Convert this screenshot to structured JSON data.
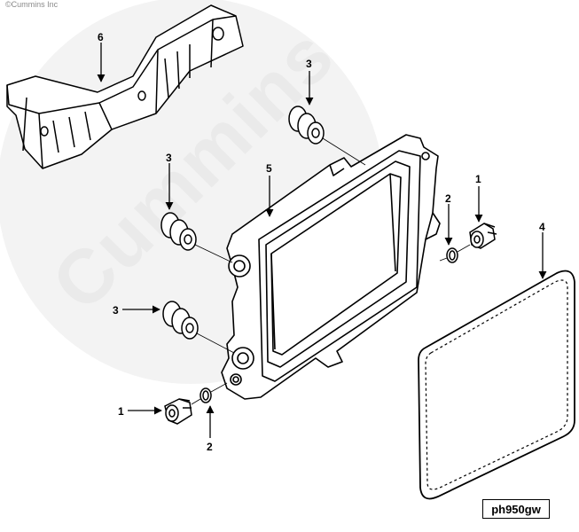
{
  "copyright": "©Cummins Inc",
  "watermark": "Cummins",
  "drawing_code": "ph950gw",
  "callouts": {
    "c6": "6",
    "c3_top": "3",
    "c3_mid": "3",
    "c3_low": "3",
    "c5": "5",
    "c2_right": "2",
    "c1_right": "1",
    "c4": "4",
    "c1_left": "1",
    "c2_left": "2"
  }
}
